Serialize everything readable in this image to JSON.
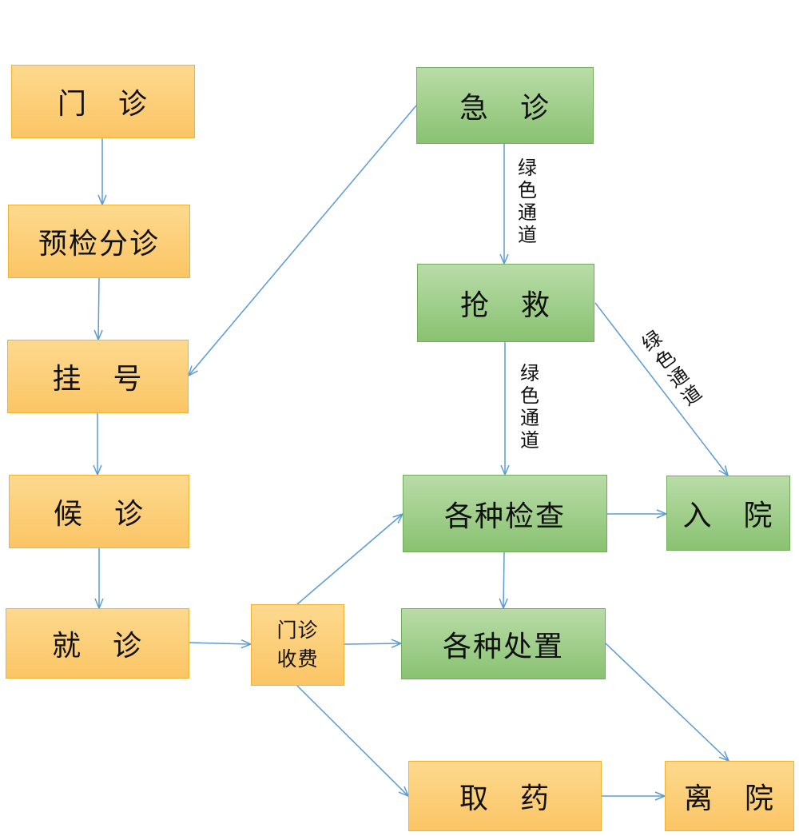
{
  "nodes": {
    "outpatient": "门　诊",
    "pre_triage": "预检分诊",
    "registration": "挂　号",
    "waiting": "候　诊",
    "consultation": "就　诊",
    "outpatient_payment": "门诊\n收费",
    "emergency": "急　诊",
    "rescue": "抢　救",
    "examinations": "各种检查",
    "admission": "入　院",
    "treatments": "各种处置",
    "pharmacy": "取　药",
    "discharge": "离　院"
  },
  "edge_labels": {
    "green_channel_1": "绿色通道",
    "green_channel_2": "绿色通道",
    "green_channel_3": "绿色通道"
  },
  "colors": {
    "outpatient_fill": "#fcd27a",
    "emergency_fill": "#a3d08f",
    "arrow": "#5b9bd5"
  }
}
